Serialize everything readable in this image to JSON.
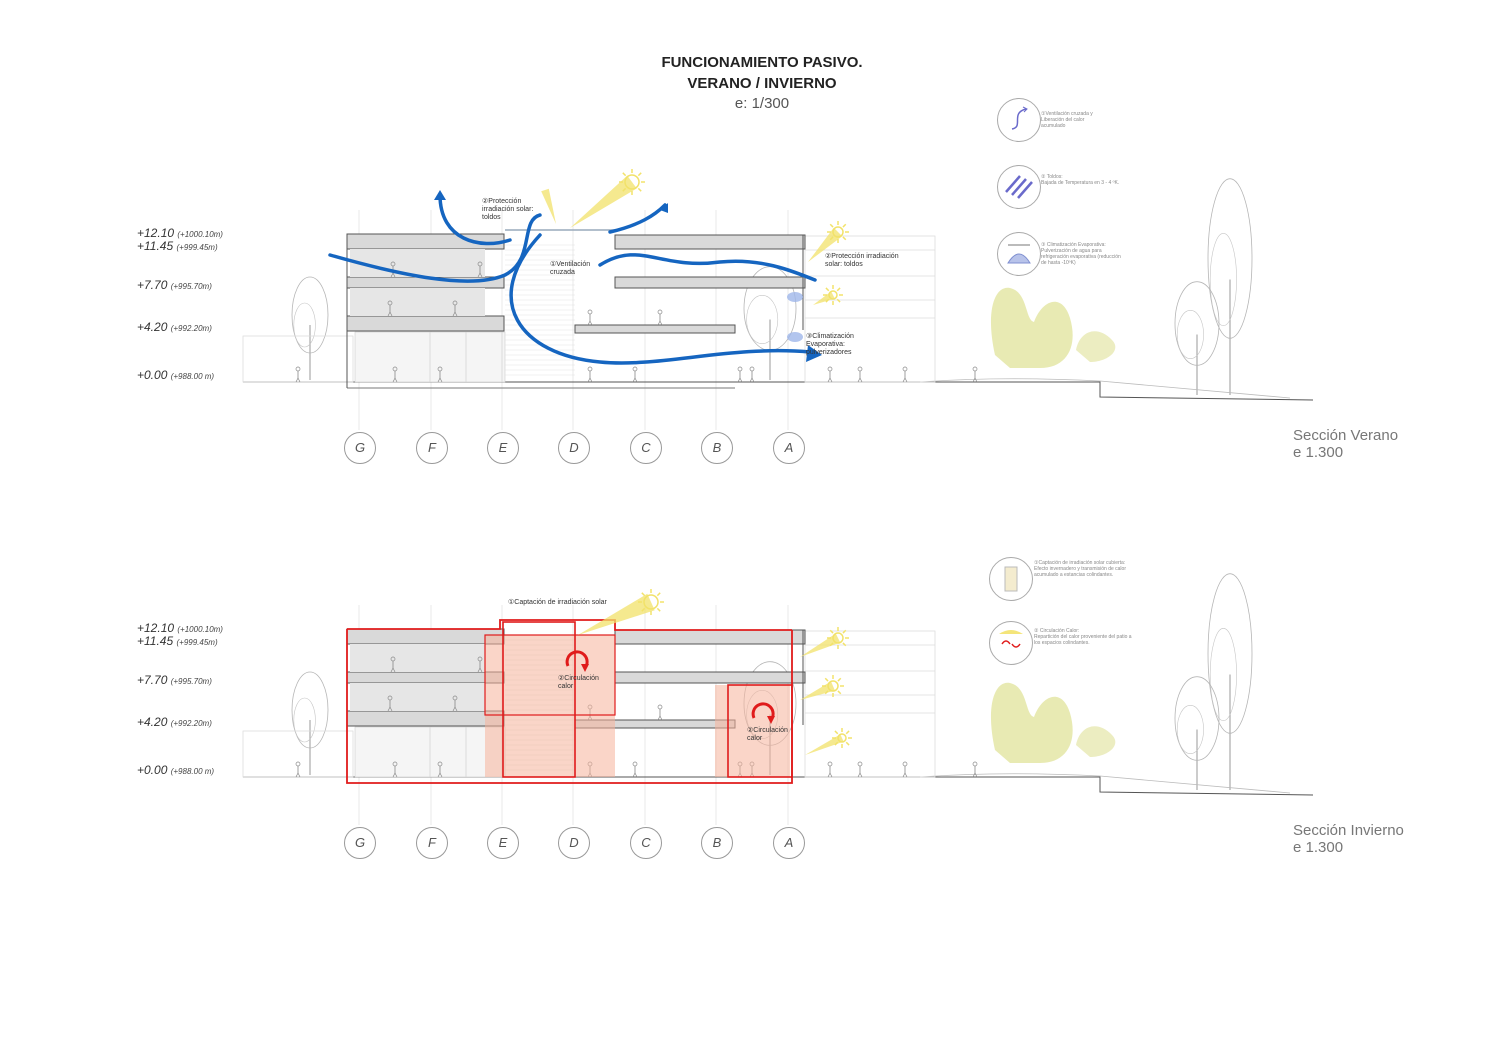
{
  "title": {
    "line1": "FUNCIONAMIENTO PASIVO.",
    "line2": "VERANO / INVIERNO",
    "scale": "e: 1/300"
  },
  "levels": [
    {
      "value": "+12.10",
      "abs": "(+1000.10m)"
    },
    {
      "value": "+11.45",
      "abs": "(+999.45m)"
    },
    {
      "value": "+7.70",
      "abs": "(+995.70m)"
    },
    {
      "value": "+4.20",
      "abs": "(+992.20m)"
    },
    {
      "value": "+0.00",
      "abs": "(+988.00 m)"
    }
  ],
  "axes": [
    "G",
    "F",
    "E",
    "D",
    "C",
    "B",
    "A"
  ],
  "summer": {
    "label_line1": "Sección Verano",
    "label_line2": "e 1.300",
    "annotations": {
      "proteccion_top": [
        "②Protección",
        "irradiación solar:",
        "toldos"
      ],
      "ventilacion": [
        "①Ventilación",
        "cruzada"
      ],
      "proteccion_right": [
        "②Protección irradiación",
        "solar: toldos"
      ],
      "climatizacion": [
        "③Climatización",
        "Evaporativa:",
        "pulverizadores"
      ]
    },
    "legend": [
      {
        "icon": "cross-ventilation-icon",
        "text": [
          "①Ventilación cruzada y",
          "Liberación del calor",
          "acumulado"
        ]
      },
      {
        "icon": "awning-icon",
        "text": [
          "② Toldos:",
          "Bajada de Temperatura en 3 - 4 ºK."
        ]
      },
      {
        "icon": "sprinkler-icon",
        "text": [
          "③ Climatización Evaporativa:",
          "Pulverización de agua para",
          "refrigeración evaporativa (reducción",
          "de hasta -10ºK)"
        ]
      }
    ]
  },
  "winter": {
    "label_line1": "Sección Invierno",
    "label_line2": "e 1.300",
    "annotations": {
      "captacion": "①Captación de irradiación solar",
      "circulacion_center": [
        "②Circulación",
        "calor"
      ],
      "circulacion_right": [
        "②Circulación",
        "calor"
      ]
    },
    "legend": [
      {
        "icon": "solar-capture-icon",
        "text": [
          "①Captación de irradiación solar cubierta:",
          "Efecto invernadero y transmisión de calor",
          "acumulado a estancias colindantes."
        ]
      },
      {
        "icon": "heat-circulation-icon",
        "text": [
          "② Circulación Calor:",
          "Repartición del calor proveniente del patio a",
          "los espacios colindantes."
        ]
      }
    ]
  },
  "colors": {
    "airflow": "#1565c0",
    "sun": "#f2e26a",
    "heat_outline": "#e01b1b",
    "heat_fill": "#f6b39a",
    "slab": "#9a9a9a",
    "vegetation": "#e4e6a6"
  }
}
